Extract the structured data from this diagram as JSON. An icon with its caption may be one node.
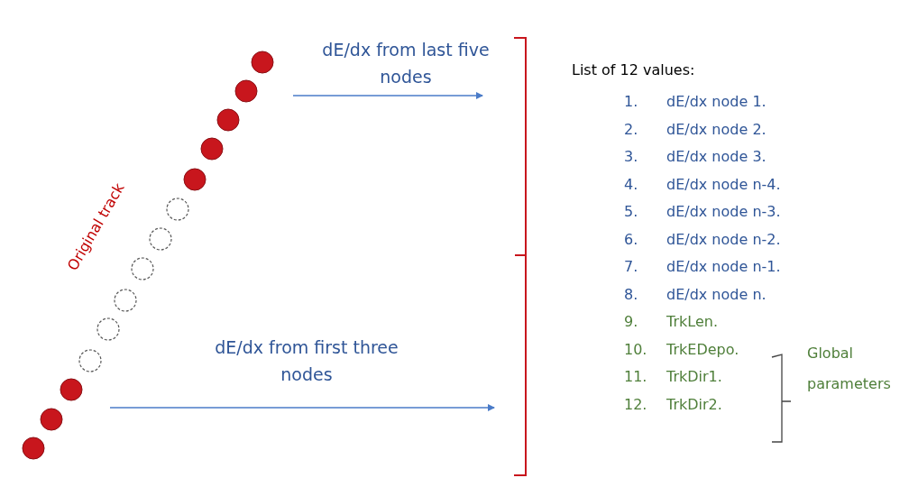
{
  "diagram": {
    "labels": [
      "Original track",
      "dE/dx from last five nodes",
      "dE/dx from first three nodes",
      "List of 12 values:",
      "1.",
      "dE/dx node 1.",
      "2.",
      "dE/dx node 2.",
      "3.",
      "dE/dx node 3.",
      "4.",
      "dE/dx node n-4.",
      "5.",
      "dE/dx node n-3.",
      "6.",
      "dE/dx node n-2.",
      "7.",
      "dE/dx node n-1.",
      "8.",
      "dE/dx node n.",
      "9.",
      "TrkLen.",
      "10.",
      "TrkEDepo.",
      "11.",
      "TrkDir1.",
      "12.",
      "TrkDir2.",
      "Global parameters"
    ]
  }
}
